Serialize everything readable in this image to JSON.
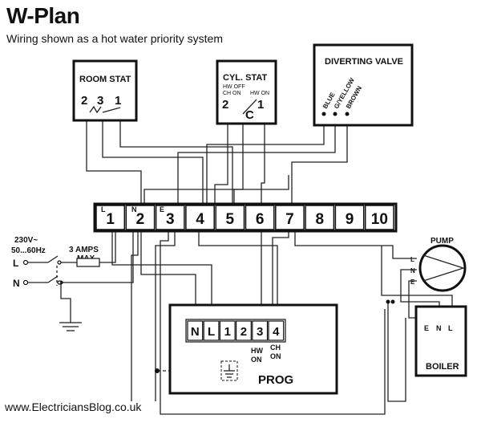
{
  "header": {
    "title": "W-Plan",
    "subtitle": "Wiring shown as a hot water priority system"
  },
  "footer": {
    "website": "www.ElectriciansBlog.co.uk"
  },
  "terminal_strip": {
    "numbers": [
      "1",
      "2",
      "3",
      "4",
      "5",
      "6",
      "7",
      "8",
      "9",
      "10"
    ],
    "markers": [
      "L",
      "N",
      "E"
    ]
  },
  "room_stat": {
    "label": "ROOM STAT",
    "terminals": [
      "2",
      "3",
      "1"
    ]
  },
  "cyl_stat": {
    "label": "CYL. STAT",
    "hw_off": "HW OFF",
    "ch_on": "CH ON",
    "hw_on": "HW ON",
    "terminals": [
      "2",
      "C",
      "1"
    ]
  },
  "diverting_valve": {
    "label": "DIVERTING VALVE",
    "wires": [
      "BLUE",
      "G/YELLOW",
      "BROWN"
    ]
  },
  "supply": {
    "voltage": "230V~",
    "frequency": "50...60Hz",
    "fuse_line1": "3 AMPS",
    "fuse_line2": "MAX",
    "live": "L",
    "neutral": "N"
  },
  "pump": {
    "label": "PUMP",
    "terminals": [
      "L",
      "N",
      "E"
    ]
  },
  "boiler": {
    "label": "BOILER",
    "terminals": [
      "E",
      "N",
      "L"
    ]
  },
  "programmer": {
    "label": "PROG",
    "terminals": [
      "N",
      "L",
      "1",
      "2",
      "3",
      "4"
    ],
    "hw_line1": "HW",
    "hw_line2": "ON",
    "ch_line1": "CH",
    "ch_line2": "ON"
  }
}
